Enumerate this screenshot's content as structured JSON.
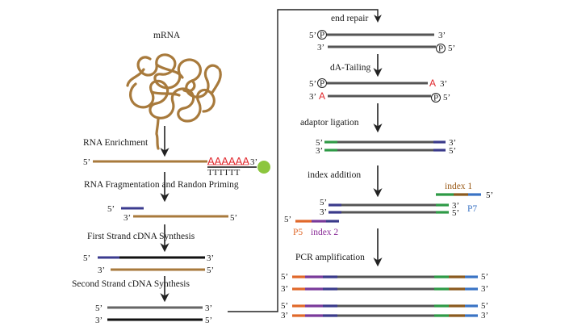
{
  "left": {
    "mrna_label": "mRNA",
    "steps": [
      "RNA Enrichment",
      "RNA Fragmentation and Randon Priming",
      "First Strand cDNA Synthesis",
      "Second Strand cDNA Synthesis"
    ],
    "polya": "AAAAAA",
    "oligo_dt": "TTTTTT"
  },
  "right": {
    "steps": [
      "end repair",
      "dA-Tailing",
      "adaptor ligation",
      "index addition",
      "PCR amplification"
    ],
    "phosphate": "P",
    "a_tail": "A",
    "labels": {
      "index1": "index 1",
      "index2": "index 2",
      "p5": "P5",
      "p7": "P7"
    }
  },
  "ends": {
    "five": "5’",
    "three": "3’"
  },
  "colors": {
    "rna": "#a87a3c",
    "dna": "#4a4a4a",
    "black_strand": "#111111",
    "primer": "#3b3b8f",
    "green_adapter": "#2e9a46",
    "navy_adapter": "#3a3a8a",
    "orange_p5": "#e0682a",
    "purple_index2": "#7a3a9a",
    "brown_index1": "#8a5a1f",
    "blue_p7": "#3a73c4",
    "bead": "#8cc63e",
    "polya": "#e0262b"
  }
}
